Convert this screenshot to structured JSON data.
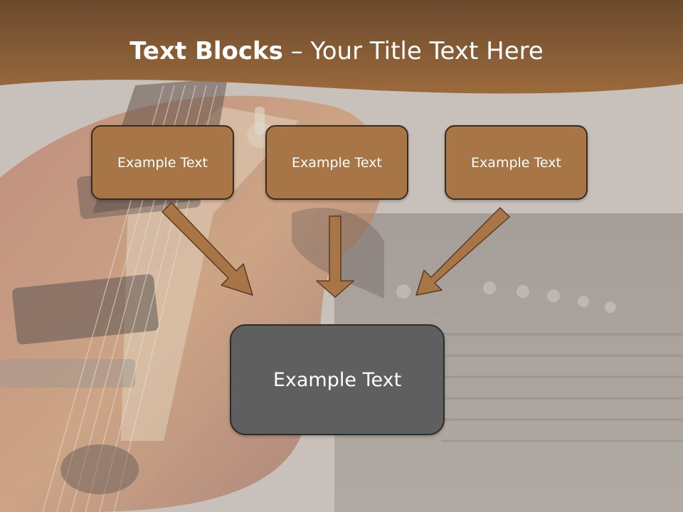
{
  "slide": {
    "title_bold": "Text Blocks",
    "title_rest": " – Your Title Text Here",
    "boxes": [
      {
        "label": "Example Text"
      },
      {
        "label": "Example Text"
      },
      {
        "label": "Example Text"
      }
    ],
    "main_box": {
      "label": "Example Text"
    }
  },
  "colors": {
    "header": "#8a5a32",
    "box_fill": "#a87646",
    "box_border": "#3b2a1e",
    "arrow": "#a87646",
    "main_box_fill": "#5f5f5f",
    "background": "#c8c1bb"
  }
}
